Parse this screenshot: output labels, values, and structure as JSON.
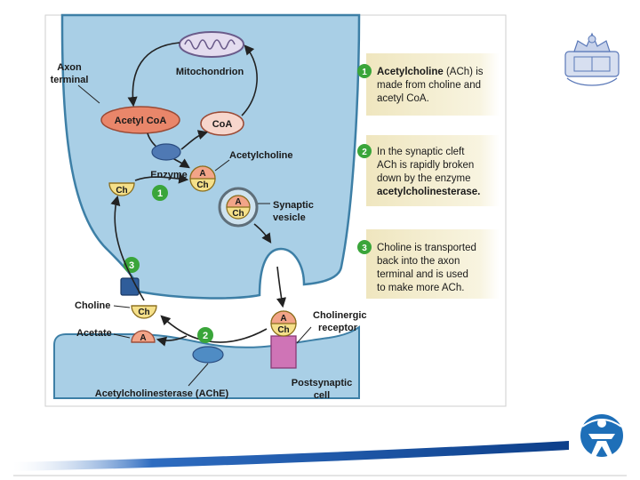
{
  "labels": {
    "axon_terminal_line1": "Axon",
    "axon_terminal_line2": "terminal",
    "mitochondrion": "Mitochondrion",
    "acetyl_coa": "Acetyl CoA",
    "coa": "CoA",
    "enzyme": "Enzyme",
    "acetylcholine": "Acetylcholine",
    "synaptic_vesicle_line1": "Synaptic",
    "synaptic_vesicle_line2": "vesicle",
    "choline": "Choline",
    "acetate": "Acetate",
    "ache": "Acetylcholinesterase (AChE)",
    "cholinergic_receptor_line1": "Cholinergic",
    "cholinergic_receptor_line2": "receptor",
    "postsynaptic_line1": "Postsynaptic",
    "postsynaptic_line2": "cell",
    "a": "A",
    "ch": "Ch"
  },
  "steps": {
    "one": "1",
    "two": "2",
    "three": "3"
  },
  "callouts": [
    {
      "number": "1",
      "line1_bold": "Acetylcholine",
      "line1_rest": " (ACh) is",
      "line2": "made from choline and",
      "line3": "acetyl CoA."
    },
    {
      "number": "2",
      "line1": "In the synaptic cleft",
      "line2": "ACh is rapidly broken",
      "line3": "down by the enzyme",
      "line4_bold": "acetylcholinesterase."
    },
    {
      "number": "3",
      "line1": "Choline is transported",
      "line2": "back into the axon",
      "line3": "terminal and is used",
      "line4": "to make more ACh."
    }
  ],
  "colors": {
    "cell_fill": "#a9cfe6",
    "cell_stroke": "#3d7fa6",
    "callout_fill": "#f6f1d6",
    "badge_green": "#3aa53a",
    "acetyl_fill": "#e9866a",
    "coa_fill": "#f7d6cc",
    "choline_fill": "#f5e08a",
    "acetate_fill": "#f2a488",
    "enzyme_fill": "#4f79b4",
    "receptor_fill": "#cf74b6",
    "band_blue": "#1e5aa8"
  },
  "icons": {
    "university_crest": "crest-icon",
    "corner_logo": "figure-logo-icon"
  }
}
